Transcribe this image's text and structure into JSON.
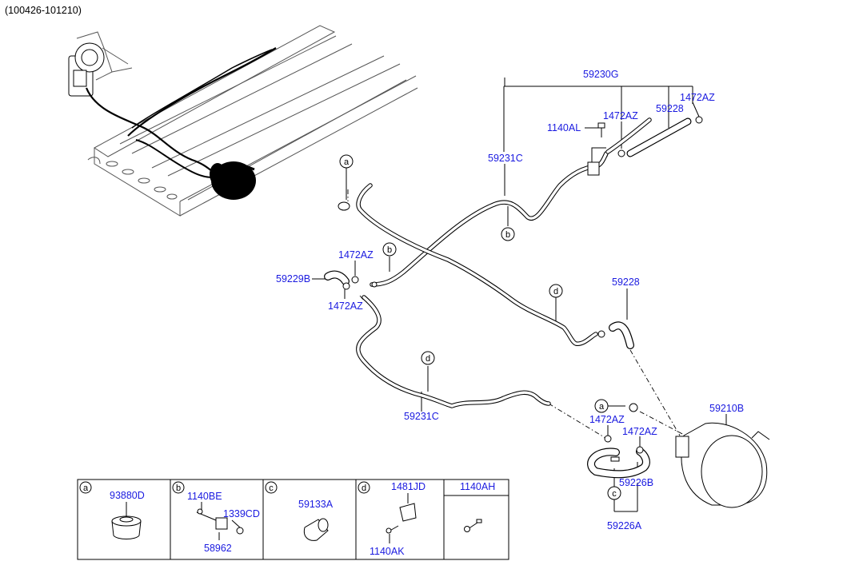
{
  "header": {
    "code": "(100426-101210)"
  },
  "callouts": {
    "p59230G": "59230G",
    "p1472AZ_top_right": "1472AZ",
    "p1472AZ_top_mid": "1472AZ",
    "p59228_top": "59228",
    "p1140AL": "1140AL",
    "p59231C_top": "59231C",
    "p1472AZ_left_top": "1472AZ",
    "p59229B": "59229B",
    "p1472AZ_left_bottom": "1472AZ",
    "p59228_mid": "59228",
    "p59231C_bottom": "59231C",
    "p59210B": "59210B",
    "p1472AZ_canister_1": "1472AZ",
    "p1472AZ_canister_2": "1472AZ",
    "p59226B": "59226B",
    "p59226A": "59226A"
  },
  "markers": {
    "a_top": "a",
    "b_top": "b",
    "b_left": "b",
    "d_right": "d",
    "d_mid": "d",
    "a_canister": "a",
    "c_canister": "c"
  },
  "legend": {
    "cells": [
      {
        "letter": "a",
        "parts": [
          "93880D"
        ]
      },
      {
        "letter": "b",
        "parts": [
          "1140BE",
          "1339CD",
          "58962"
        ]
      },
      {
        "letter": "c",
        "parts": [
          "59133A"
        ]
      },
      {
        "letter": "d",
        "parts": [
          "1481JD",
          "1140AK"
        ]
      },
      {
        "letter": "",
        "parts": [
          "1140AH"
        ]
      }
    ]
  },
  "colors": {
    "callout_text": "#1a1ae0",
    "line": "#000000",
    "background": "#ffffff"
  }
}
